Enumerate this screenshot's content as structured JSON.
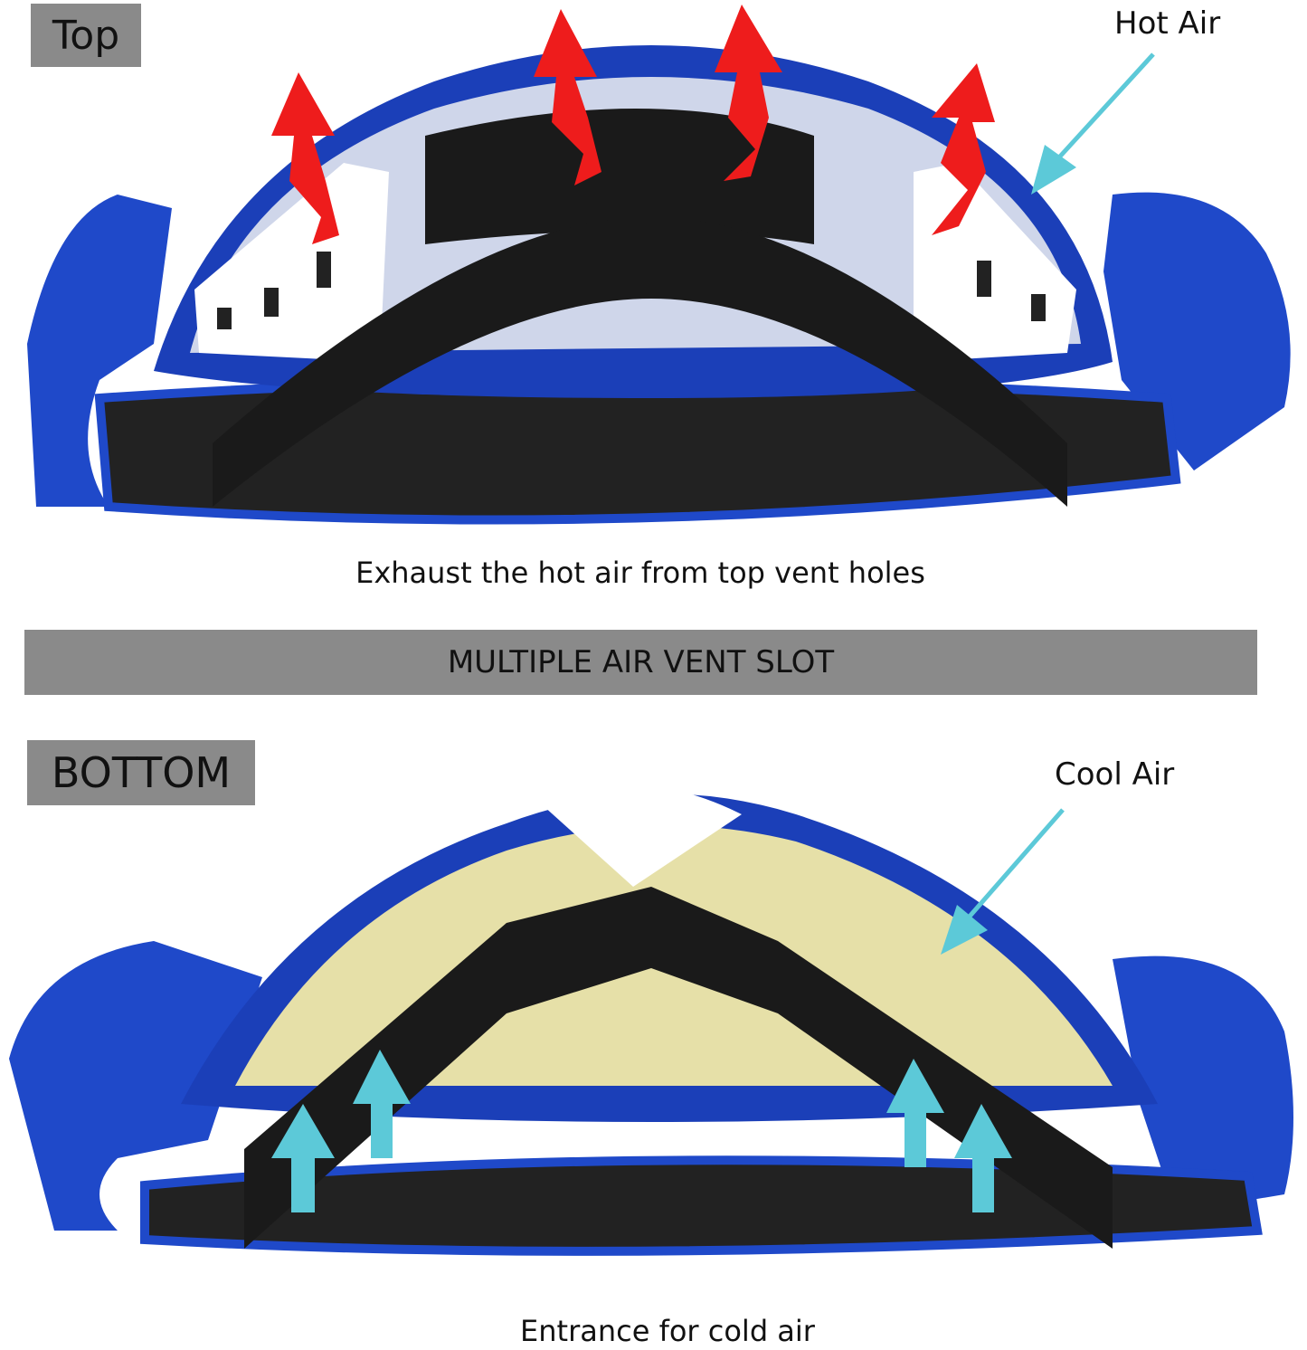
{
  "labels": {
    "top": "Top",
    "bottom": "BOTTOM",
    "banner": "MULTIPLE AIR VENT SLOT",
    "hot_air": "Hot Air",
    "cool_air": "Cool Air",
    "top_caption": "Exhaust the hot air from top vent holes",
    "bottom_caption": "Entrance for cold air"
  },
  "colors": {
    "label_bg": "#8a8a8a",
    "strap_blue": "#1f49c9",
    "foam_black": "#1a1a1a",
    "hot_arrow": "#ee1c1c",
    "cool_arrow": "#5cc9d8"
  },
  "icons": {
    "hot": "hot-air-arrow-icon",
    "cool": "cool-air-arrow-icon"
  }
}
